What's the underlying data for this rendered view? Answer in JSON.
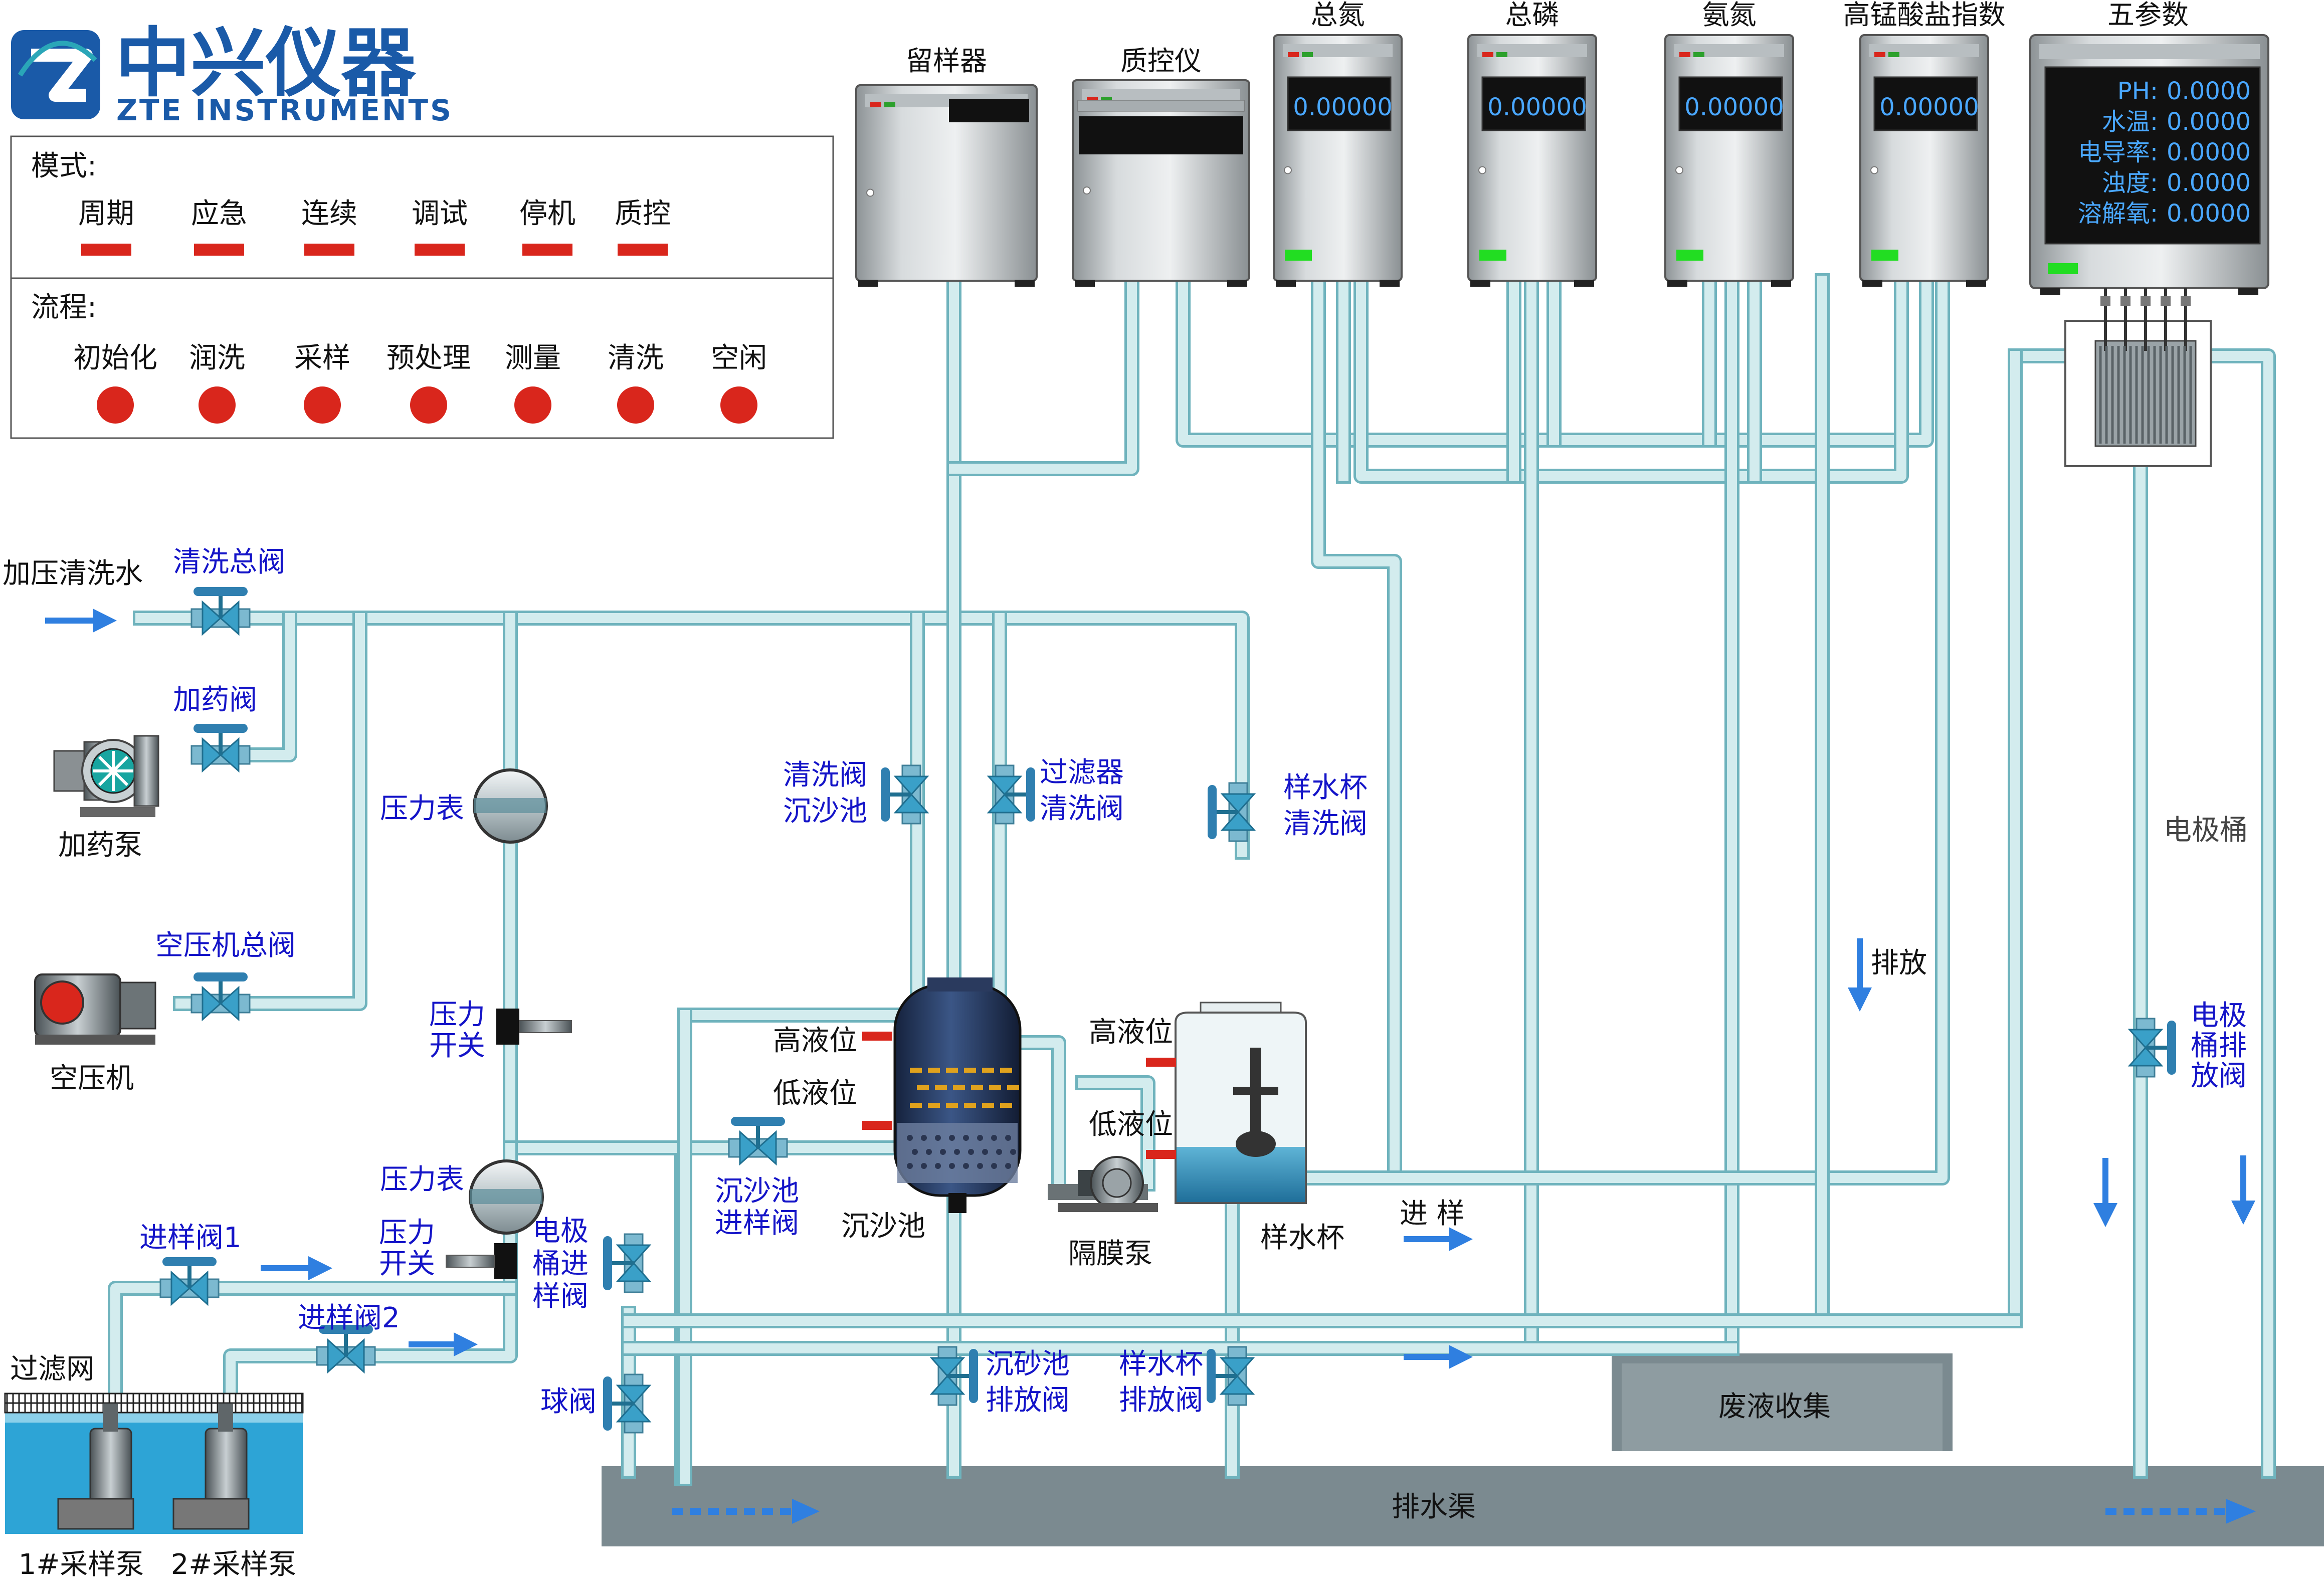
{
  "brand": {
    "name_cn": "中兴仪器",
    "name_en": "ZTE INSTRUMENTS",
    "color_blue": "#1a5aa8",
    "color_teal": "#1f8f9f"
  },
  "colors": {
    "pipe_fill": "#d3ecee",
    "pipe_stroke": "#6fb3bd",
    "label_blue": "#1414c8",
    "arrow_blue": "#2f7fe0",
    "indicator_red": "#d9261c",
    "drain_gray": "#7b8a90",
    "screen_bg": "#111111",
    "screen_text": "#4aa8ff",
    "led_green": "#22dd22"
  },
  "legend": {
    "mode_title": "模式:",
    "modes": [
      "周期",
      "应急",
      "连续",
      "调试",
      "停机",
      "质控"
    ],
    "flow_title": "流程:",
    "flows": [
      "初始化",
      "润洗",
      "采样",
      "预处理",
      "测量",
      "清洗",
      "空闲"
    ]
  },
  "instruments": [
    {
      "id": "sampler",
      "label": "留样器"
    },
    {
      "id": "qc",
      "label": "质控仪"
    },
    {
      "id": "tn",
      "label": "总氮",
      "value": "0.00000"
    },
    {
      "id": "tp",
      "label": "总磷",
      "value": "0.00000"
    },
    {
      "id": "nh3",
      "label": "氨氮",
      "value": "0.00000"
    },
    {
      "id": "codmn",
      "label": "高锰酸盐指数",
      "value": "0.00000"
    }
  ],
  "five_param": {
    "label": "五参数",
    "readings": [
      {
        "name": "PH:",
        "value": "0.0000"
      },
      {
        "name": "水温:",
        "value": "0.0000"
      },
      {
        "name": "电导率:",
        "value": "0.0000"
      },
      {
        "name": "浊度:",
        "value": "0.0000"
      },
      {
        "name": "溶解氧:",
        "value": "0.0000"
      }
    ]
  },
  "labels": {
    "pressurized_water": "加压清洗水",
    "wash_main_valve": "清洗总阀",
    "dosing_valve": "加药阀",
    "dosing_pump": "加药泵",
    "air_main_valve": "空压机总阀",
    "air_compressor": "空压机",
    "pressure_gauge_1": "压力表",
    "pressure_switch_1": [
      "压力",
      "开关"
    ],
    "pressure_gauge_2": "压力表",
    "pressure_switch_2": [
      "压力",
      "开关"
    ],
    "electrode_inlet_valve": [
      "电极",
      "桶进",
      "样阀"
    ],
    "inlet_valve_1": "进样阀1",
    "inlet_valve_2": "进样阀2",
    "ball_valve": "球阀",
    "filter_net": "过滤网",
    "pump1": "1#采样泵",
    "pump2": "2#采样泵",
    "wash_valve_settling": [
      "清洗阀",
      "沉沙池"
    ],
    "filter_wash_valve": [
      "过滤器",
      "清洗阀"
    ],
    "cup_wash_valve": [
      "样水杯",
      "清洗阀"
    ],
    "high_level": "高液位",
    "low_level": "低液位",
    "settling_inlet_valve": [
      "沉沙池",
      "进样阀"
    ],
    "settling_tank": "沉沙池",
    "diaphragm_pump": "隔膜泵",
    "high_level_2": "高液位",
    "low_level_2": "低液位",
    "sample_cup": "样水杯",
    "inflow": "进 样",
    "discharge": "排放",
    "electrode_bucket": "电极桶",
    "electrode_drain_valve": [
      "电极",
      "桶排",
      "放阀"
    ],
    "settling_drain_valve": [
      "沉砂池",
      "排放阀"
    ],
    "cup_drain_valve": [
      "样水杯",
      "排放阀"
    ],
    "waste_collection": "废液收集",
    "drain_channel": "排水渠"
  }
}
